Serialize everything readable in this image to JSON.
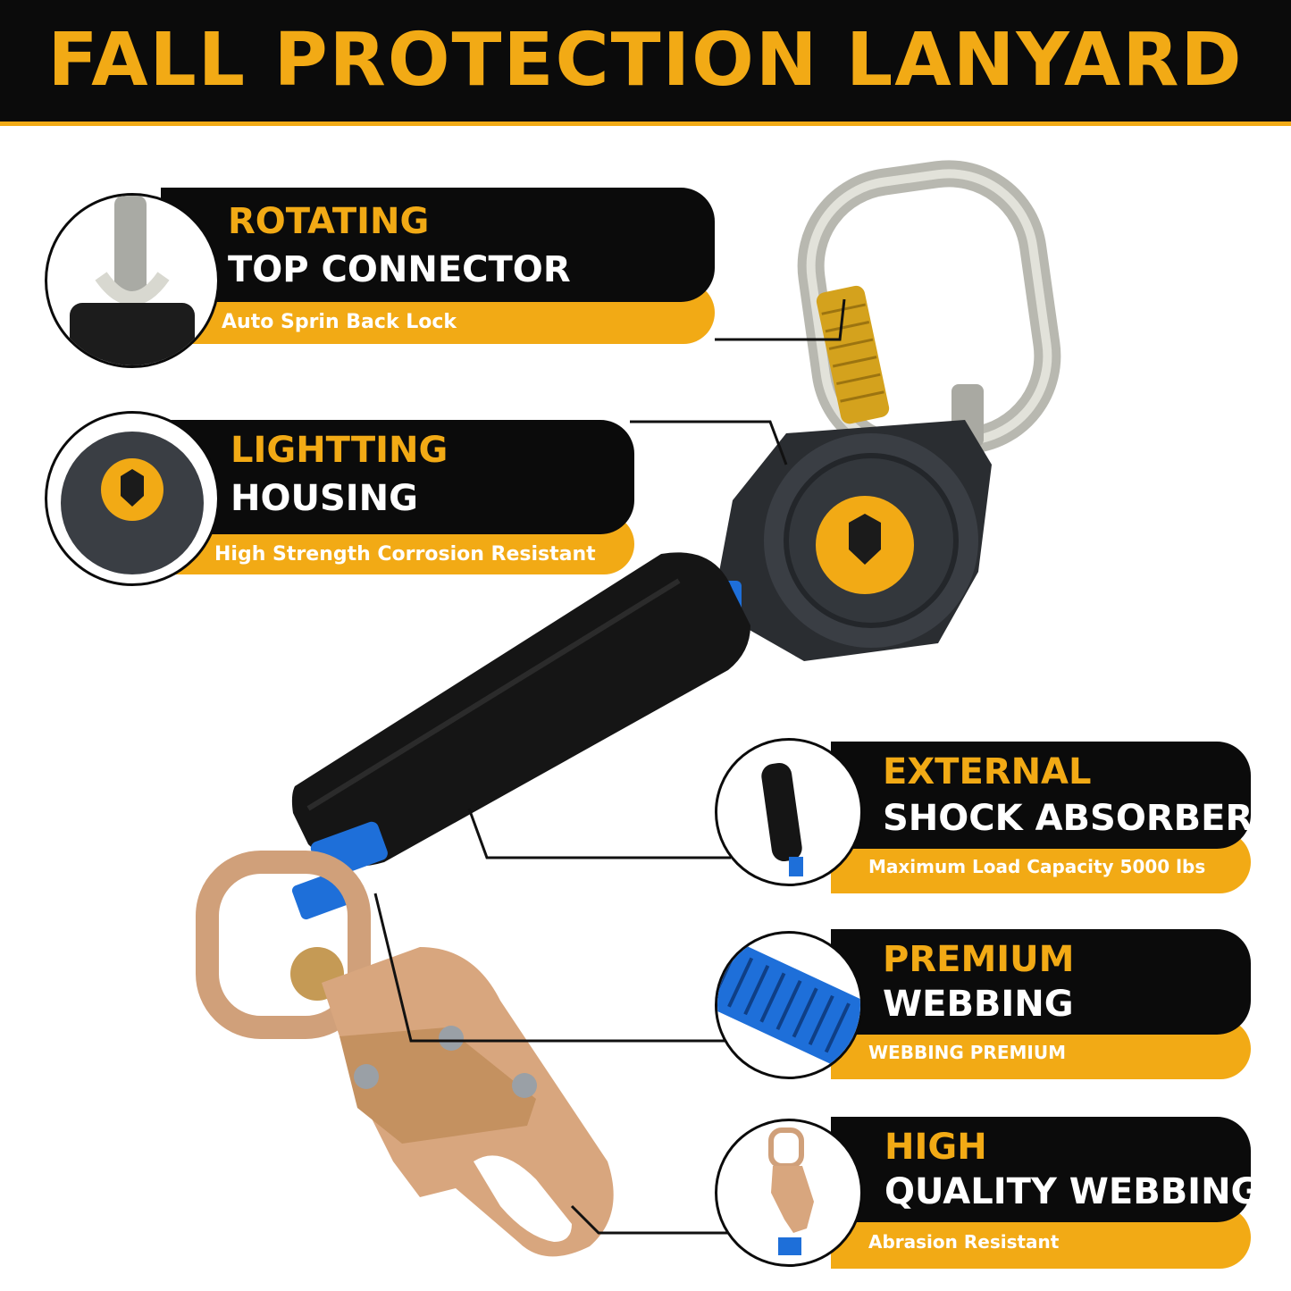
{
  "banner": {
    "title": "FALL PROTECTION LANYARD"
  },
  "features": [
    {
      "title": "ROTATING",
      "subtitle": "TOP CONNECTOR",
      "caption": "Auto Sprin Back Lock",
      "icon": "rotating-connector-icon"
    },
    {
      "title": "LIGHTTING",
      "subtitle": "HOUSING",
      "caption": "High Strength Corrosion Resistant",
      "icon": "housing-icon"
    },
    {
      "title": "EXTERNAL",
      "subtitle": "SHOCK ABSORBER",
      "caption": "Maximum Load Capacity 5000 lbs",
      "icon": "shock-absorber-icon"
    },
    {
      "title": "PREMIUM",
      "subtitle": "WEBBING",
      "caption": "WEBBING PREMIUM",
      "icon": "webbing-icon"
    },
    {
      "title": "HIGH",
      "subtitle": "QUALITY WEBBING",
      "caption": "Abrasion Resistant",
      "icon": "snap-hook-icon"
    }
  ],
  "colors": {
    "accent": "#f2aa15",
    "dark": "#0b0b0b",
    "webbing": "#1e6fd9",
    "carabiner": "#c9c9c2",
    "hook": "#d9a77a"
  }
}
